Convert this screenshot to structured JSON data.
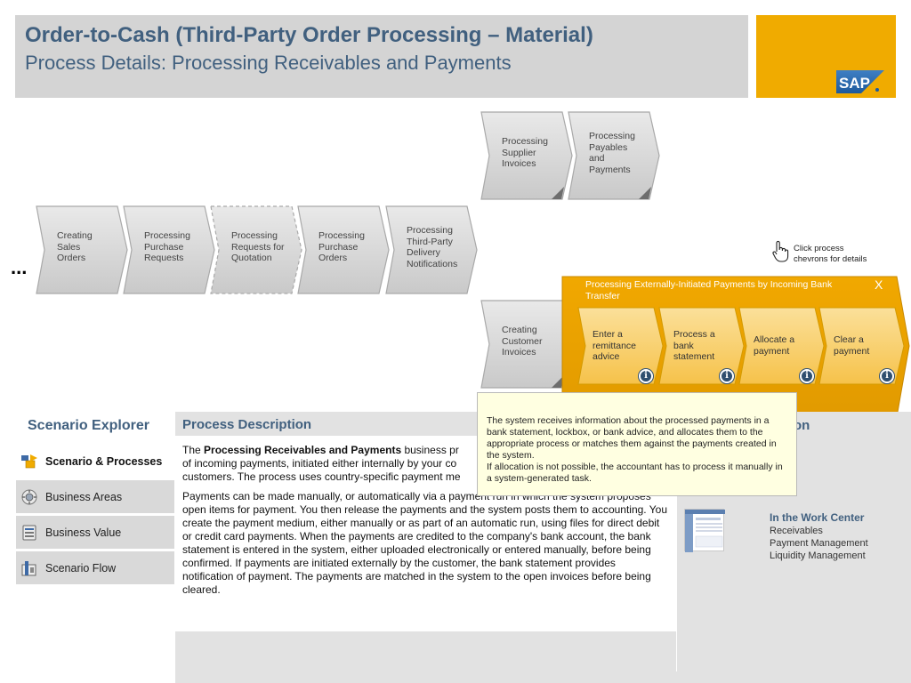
{
  "header": {
    "title": "Order-to-Cash (Third-Party Order Processing – Material)",
    "subtitle": "Process Details: Processing Receivables and Payments",
    "logo_text": "SAP",
    "brand_color": "#f0ab00",
    "title_color": "#41607f"
  },
  "process_flow": {
    "ellipsis": "...",
    "chevrons": [
      {
        "lines": [
          "Creating",
          "Sales",
          "Orders"
        ]
      },
      {
        "lines": [
          "Processing",
          "Purchase",
          "Requests"
        ]
      },
      {
        "lines": [
          "Processing",
          "Requests for",
          "Quotation"
        ]
      },
      {
        "lines": [
          "Processing",
          "Purchase",
          "Orders"
        ]
      },
      {
        "lines": [
          "Processing",
          "Third-Party",
          "Delivery",
          "Notifications"
        ]
      },
      {
        "lines": [
          "Processing",
          "Supplier",
          "Invoices"
        ]
      },
      {
        "lines": [
          "Processing",
          "Payables",
          "and",
          "Payments"
        ]
      },
      {
        "lines": [
          "Creating",
          "Customer",
          "Invoices"
        ]
      }
    ]
  },
  "hint": {
    "line1": "Click process",
    "line2": "chevrons for details",
    "icon": "hand-pointer-icon"
  },
  "detail_panel": {
    "header": "Processing Externally-Initiated Payments by Incoming Bank Transfer",
    "close_label": "X",
    "info_label": "i",
    "steps": [
      {
        "lines": [
          "Enter a",
          "remittance",
          "advice"
        ]
      },
      {
        "lines": [
          "Process a",
          "bank",
          "statement"
        ]
      },
      {
        "lines": [
          "Allocate a",
          "payment"
        ]
      },
      {
        "lines": [
          "Clear a",
          "payment"
        ]
      }
    ]
  },
  "tooltip": {
    "paragraph1": "The system receives information about the processed payments in a bank statement, lockbox, or bank advice, and allocates them to the appropriate process or matches them against the payments created in the system.",
    "paragraph2": "If allocation is not possible, the accountant has to process it manually in a system-generated task."
  },
  "scenario_explorer": {
    "title": "Scenario Explorer",
    "items": [
      {
        "label": "Scenario & Processes",
        "icon": "scenario-icon"
      },
      {
        "label": "Business Areas",
        "icon": "business-areas-icon"
      },
      {
        "label": "Business Value",
        "icon": "business-value-icon"
      },
      {
        "label": "Scenario Flow",
        "icon": "scenario-flow-icon"
      }
    ]
  },
  "process_description": {
    "heading": "Process Description",
    "p1_prefix": "The ",
    "p1_bold": "Processing Receivables and Payments",
    "p1_line1_rest": " business pr",
    "p1_line2": "of incoming payments, initiated either internally by your co",
    "p1_line3": "customers. The process uses country-specific payment me",
    "p2": "Payments can be made manually, or automatically via a payment run in which the system proposes open items for payment. You then release the payments and the system posts them to accounting. You create the payment medium, either manually or as part of an automatic run, using files for direct debit or credit card payments. When the payments are credited to the company's bank account, the bank statement is entered in the system, either uploaded electronically or entered manually, before being confirmed. If payments are initiated externally by the customer, the bank statement provides notification of payment. The payments are matched in the system to the open invoices before being cleared."
  },
  "right_column": {
    "heading_fragment": "on",
    "work_center_heading": "In the Work Center",
    "work_center_items": [
      "Receivables",
      "Payment Management",
      "Liquidity Management"
    ]
  }
}
